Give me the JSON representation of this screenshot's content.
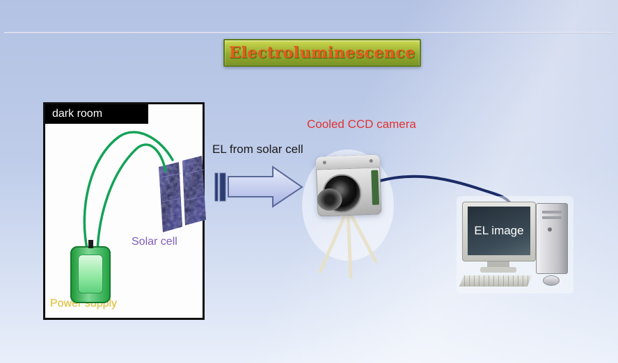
{
  "slide": {
    "title": "Electroluminescence"
  },
  "dark_room": {
    "label": "dark room",
    "solar_cell_label": "Solar cell",
    "power_supply_label": "Power supply"
  },
  "annotations": {
    "el_arrow_label": "EL from solar cell",
    "camera_label": "Cooled CCD camera",
    "screen_label": "EL image"
  },
  "icons": {
    "solar_cell": "solar-cell-photo",
    "power_supply": "power-supply-photo",
    "camera": "ccd-camera-photo",
    "tripod": "tripod-legs",
    "arrow": "striped-right-arrow",
    "computer": "desktop-computer-photo",
    "wires": "green-wires",
    "cable": "camera-data-cable"
  },
  "colors": {
    "title_text": "#e65c1e",
    "camera_label": "#e03232",
    "solar_cell_label": "#7d5cc0",
    "power_supply_label": "#e9c93f",
    "wire": "#14a257",
    "cable": "#1b2b66",
    "arrow_stroke": "#5a6898"
  }
}
